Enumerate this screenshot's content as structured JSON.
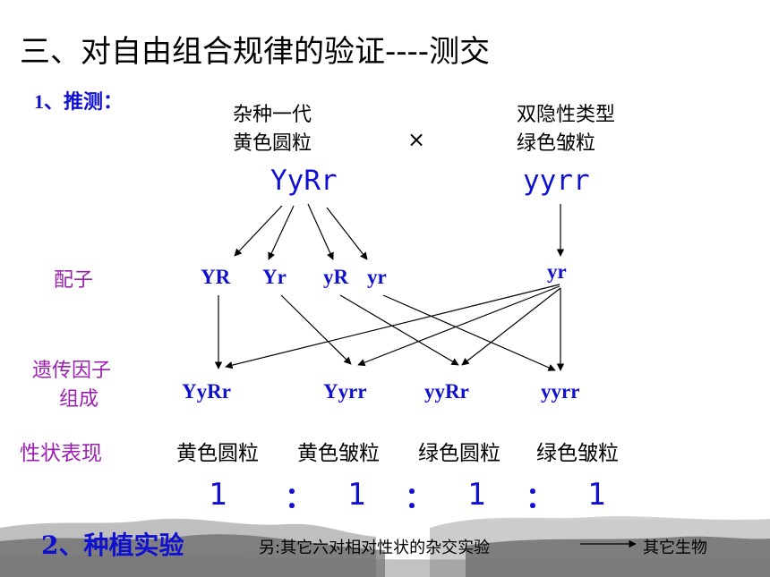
{
  "title": "三、对自由组合规律的验证----测交",
  "section1": {
    "label": "1、推测："
  },
  "parents": {
    "left": {
      "line1": "杂种一代",
      "line2": "黄色圆粒",
      "genotype": "YyRr"
    },
    "cross_symbol": "×",
    "right": {
      "line1": "双隐性类型",
      "line2": "绿色皱粒",
      "genotype": "yyrr"
    }
  },
  "gametes": {
    "label": "配子",
    "left": [
      "YR",
      "Yr",
      "yR",
      "yr"
    ],
    "right": "yr"
  },
  "offspring": {
    "label_line1": "遗传因子",
    "label_line2": "组成",
    "genotypes": [
      "YyRr",
      "Yyrr",
      "yyRr",
      "yyrr"
    ]
  },
  "phenotypes": {
    "label": "性状表现",
    "values": [
      "黄色圆粒",
      "黄色皱粒",
      "绿色圆粒",
      "绿色皱粒"
    ]
  },
  "ratio": {
    "values": [
      "1",
      "1",
      "1",
      "1"
    ],
    "separator": "："
  },
  "section2": {
    "label": "2、种植实验",
    "note": "另:其它六对相对性状的杂交实验",
    "note_target": "其它生物"
  },
  "colors": {
    "blue": "#1010d0",
    "purple": "#9b1fb0"
  }
}
